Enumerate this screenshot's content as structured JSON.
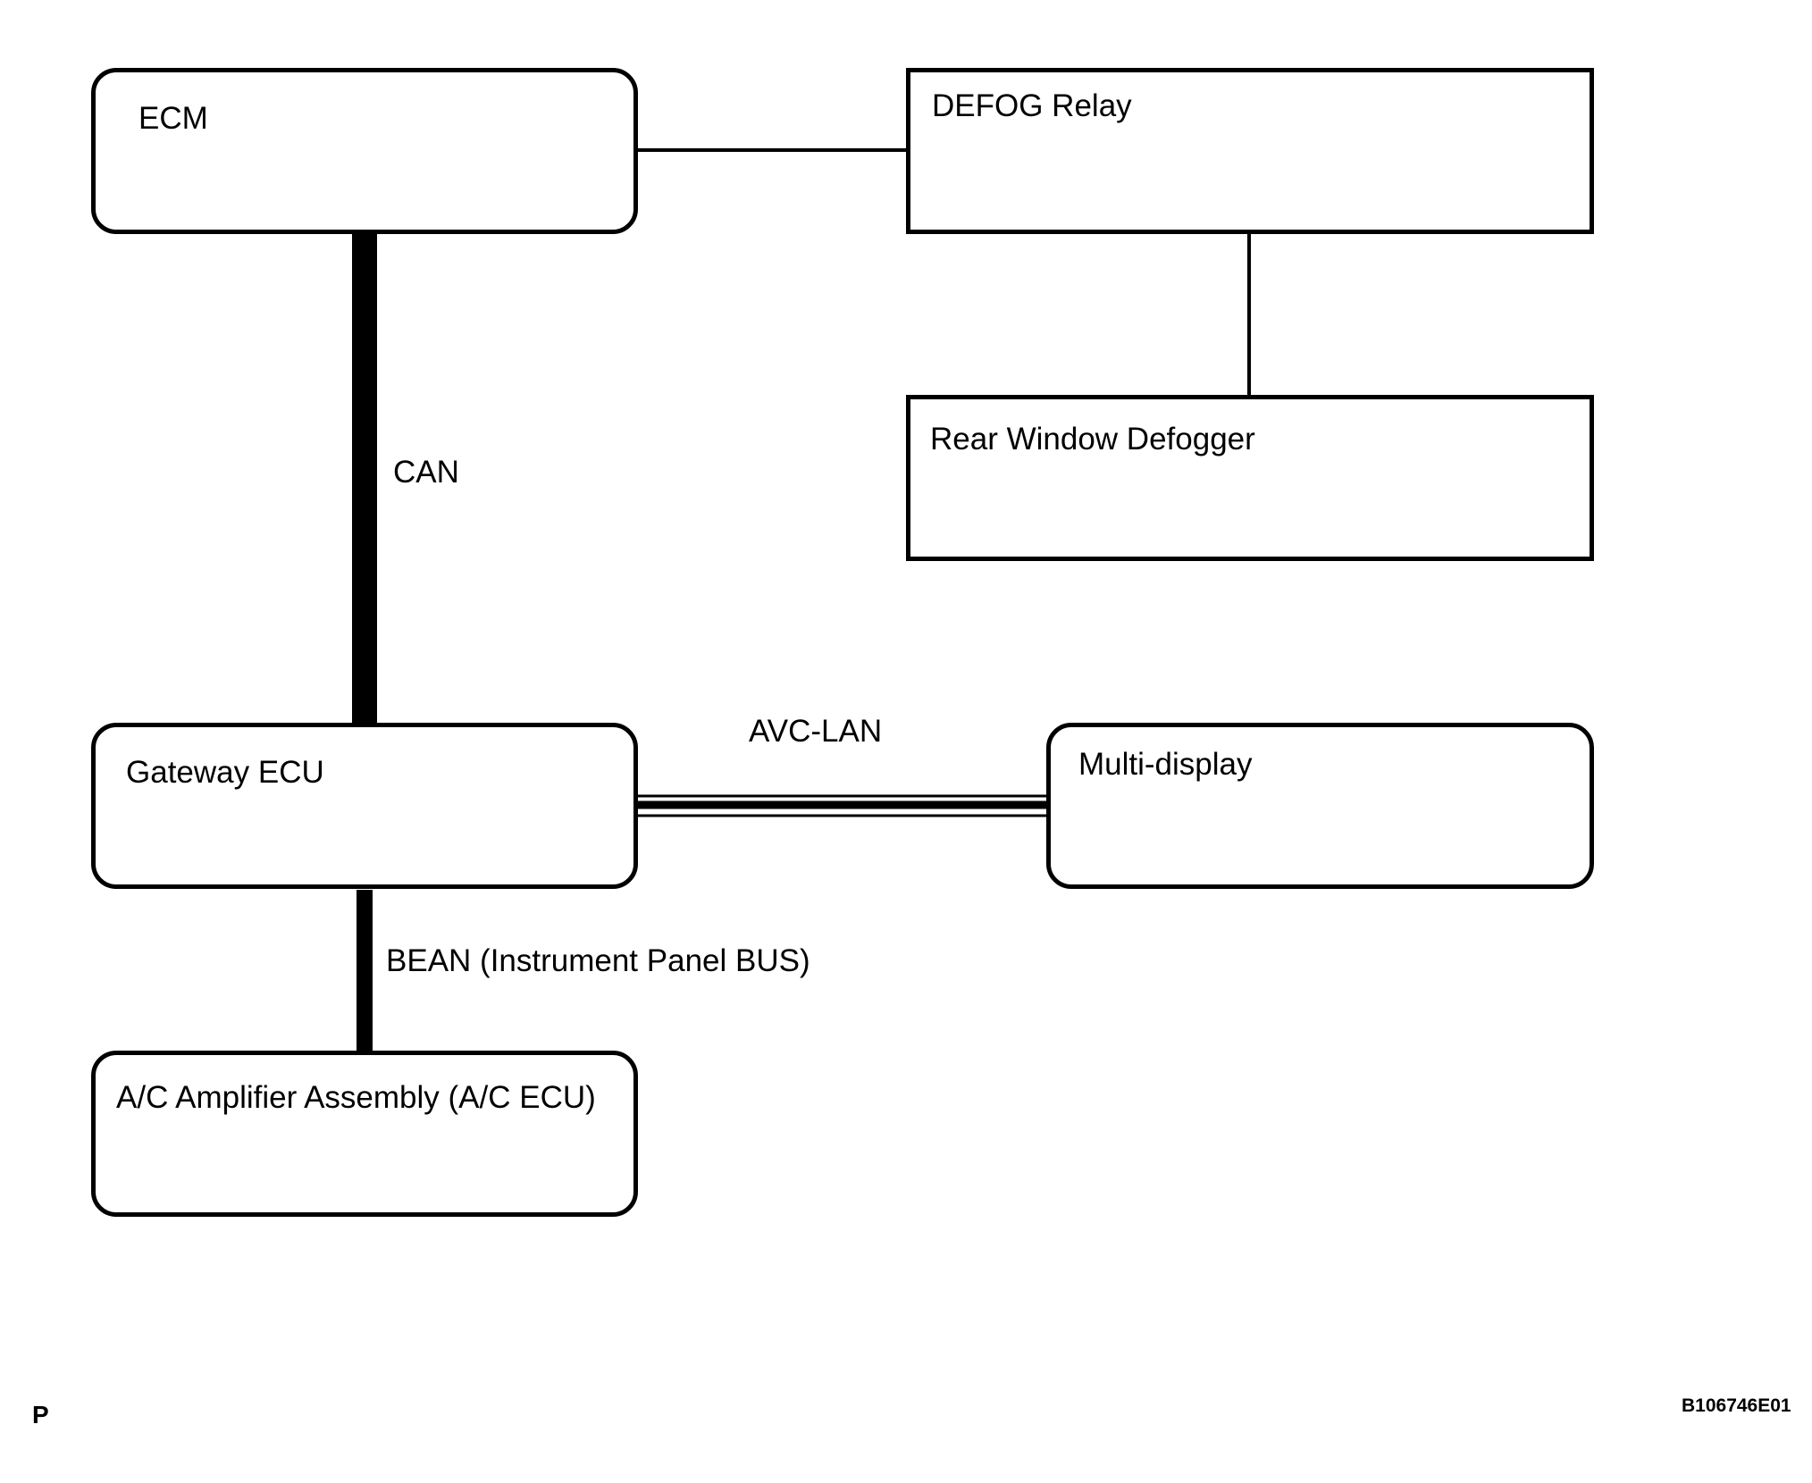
{
  "nodes": {
    "ecm": "ECM",
    "defog_relay": "DEFOG Relay",
    "rear_window_defogger": "Rear Window Defogger",
    "gateway_ecu": "Gateway ECU",
    "multi_display": "Multi-display",
    "ac_amplifier": "A/C Amplifier Assembly (A/C ECU)"
  },
  "buses": {
    "can": "CAN",
    "avc_lan": "AVC-LAN",
    "bean": "BEAN (Instrument Panel BUS)"
  },
  "footer": {
    "left_code": "P",
    "figure_id": "B106746E01"
  }
}
